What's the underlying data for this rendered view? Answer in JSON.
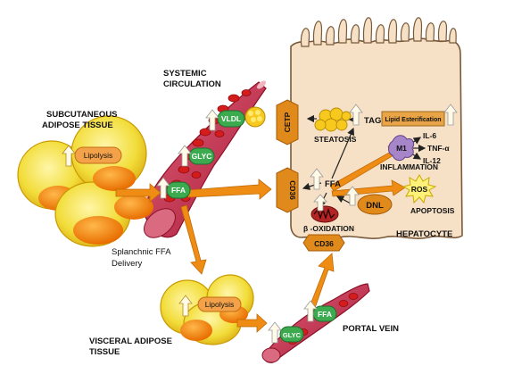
{
  "labels": {
    "subcutaneous_adipose_tissue": [
      "SUBCUTANEOUS",
      "ADIPOSE TISSUE"
    ],
    "systemic_circulation": [
      "SYSTEMIC",
      "CIRCULATION"
    ],
    "splanchnic_ffa_delivery": [
      "Splanchnic FFA",
      "Delivery"
    ],
    "visceral_adipose_tissue": [
      "VISCERAL ADIPOSE",
      "TISSUE"
    ],
    "portal_vein": "PORTAL VEIN",
    "hepatocyte": "HEPATOCYTE",
    "lipolysis": "Lipolysis",
    "vldl": "VLDL",
    "glyc": "GLYC",
    "ffa": "FFA",
    "cetp": "CETP",
    "cd36": "CD36",
    "steatosis": "STEATOSIS",
    "tag": "TAG",
    "lipid_esterification": "Lipid Esterification",
    "m1": "M1",
    "il6": "IL-6",
    "tnf_alpha": "TNF-α",
    "il12": "IL-12",
    "inflammation": "INFLAMMATION",
    "ros": "ROS",
    "apoptosis": "APOPTOSIS",
    "dnl": "DNL",
    "beta_oxidation": "β -OXIDATION"
  },
  "colors": {
    "adipocyte": "#f2dd3a",
    "adipocyte_rim": "#d9a800",
    "lipid_droplet": "#f07f10",
    "vessel": "#c2304a",
    "rbc": "#d41c1c",
    "badge_green": "#3caa4f",
    "hexagon_orange": "#e08a1c",
    "liver_cell": "#f6e1c7",
    "arrow_orange": "#ee8c14",
    "m1_purple": "#a685c8"
  }
}
